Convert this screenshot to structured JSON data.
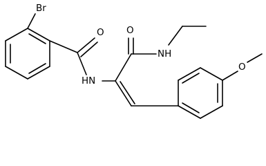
{
  "molecule": {
    "atoms": {
      "bromine": "Br",
      "amide_oxygen_left": "O",
      "amide_nitrogen_left": "HN",
      "amide_oxygen_right": "O",
      "amide_nitrogen_right": "NH",
      "methoxy_oxygen": "O"
    }
  }
}
